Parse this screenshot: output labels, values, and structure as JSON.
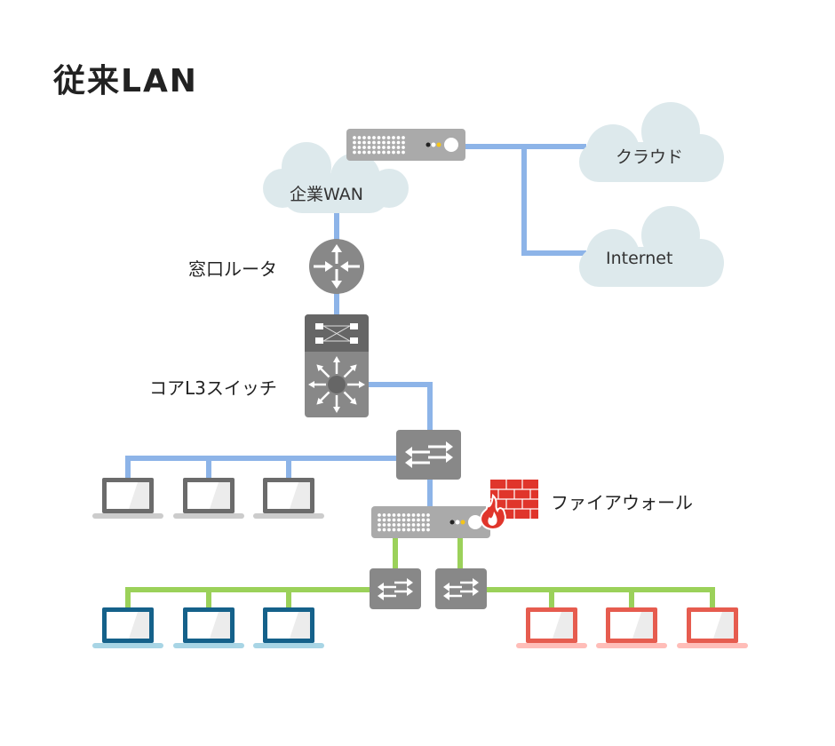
{
  "title": "従来LAN",
  "clouds": {
    "wan": "企業WAN",
    "cloud": "クラウド",
    "internet": "Internet"
  },
  "labels": {
    "router": "窓口ルータ",
    "core_switch": "コアL3スイッチ",
    "firewall": "ファイアウォール"
  },
  "colors": {
    "link_blue": "#8db4e8",
    "link_green": "#9bd15a",
    "device_gray": "#888888",
    "device_dark": "#666666",
    "server_gray": "#aaaaaa",
    "cloud_fill": "#dde9ec",
    "laptop_gray": "#6b6b6b",
    "laptop_blue": "#15618a",
    "laptop_red": "#e65c4f",
    "firewall_red": "#e0352b",
    "led_yellow": "#f5c518"
  },
  "laptop_groups": [
    {
      "name": "gray",
      "count": 3
    },
    {
      "name": "blue",
      "count": 3
    },
    {
      "name": "red",
      "count": 3
    }
  ]
}
